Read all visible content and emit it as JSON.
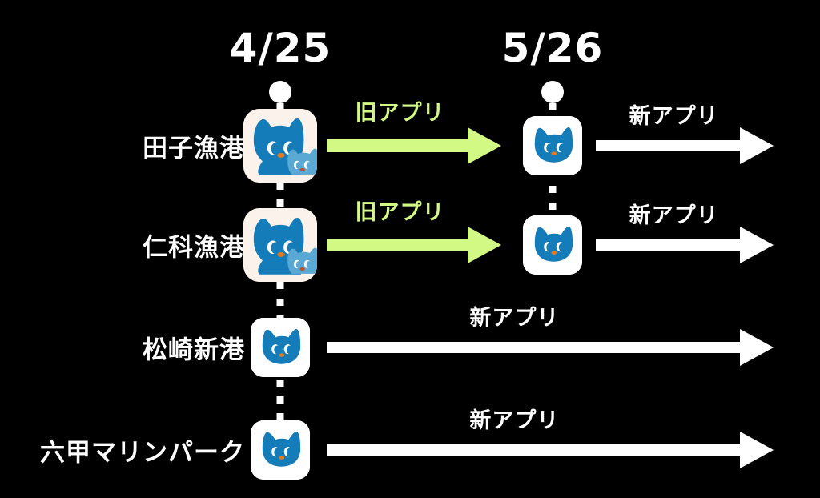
{
  "dates": [
    {
      "id": "col-1",
      "label": "4/25"
    },
    {
      "id": "col-2",
      "label": "5/26"
    }
  ],
  "labels": {
    "old_app": "旧アプリ",
    "new_app": "新アプリ"
  },
  "colors": {
    "background": "#000000",
    "text": "#ffffff",
    "old_app_arrow": "#d3f985",
    "new_app_arrow": "#ffffff",
    "cat_blue": "#147cb8",
    "cat_blue_light": "#5aa8d4",
    "cat_nose": "#e07b22",
    "icon_card_white": "#ffffff",
    "icon_card_cream": "#fbf2ec"
  },
  "rows": [
    {
      "name": "田子漁港",
      "icon_start": {
        "type": "dual-cat",
        "card": "cream"
      },
      "icon_mid": {
        "type": "single-cat",
        "card": "white"
      },
      "arrow_left": {
        "label": "旧アプリ",
        "color": "green"
      },
      "arrow_right": {
        "label": "新アプリ",
        "color": "white"
      }
    },
    {
      "name": "仁科漁港",
      "icon_start": {
        "type": "dual-cat",
        "card": "cream"
      },
      "icon_mid": {
        "type": "single-cat",
        "card": "white"
      },
      "arrow_left": {
        "label": "旧アプリ",
        "color": "green"
      },
      "arrow_right": {
        "label": "新アプリ",
        "color": "white"
      }
    },
    {
      "name": "松崎新港",
      "icon_start": {
        "type": "single-cat",
        "card": "white"
      },
      "icon_mid": null,
      "arrow_left": null,
      "arrow_right": {
        "label": "新アプリ",
        "color": "white"
      }
    },
    {
      "name": "六甲マリンパーク",
      "icon_start": {
        "type": "single-cat",
        "card": "white"
      },
      "icon_mid": null,
      "arrow_left": null,
      "arrow_right": {
        "label": "新アプリ",
        "color": "white"
      }
    }
  ]
}
